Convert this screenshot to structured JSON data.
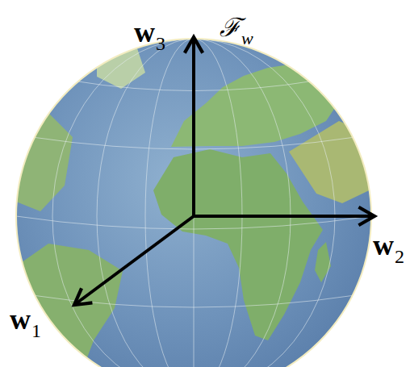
{
  "diagram": {
    "labels": [
      "w3",
      "ℱw",
      "w2",
      "w1"
    ]
  }
}
